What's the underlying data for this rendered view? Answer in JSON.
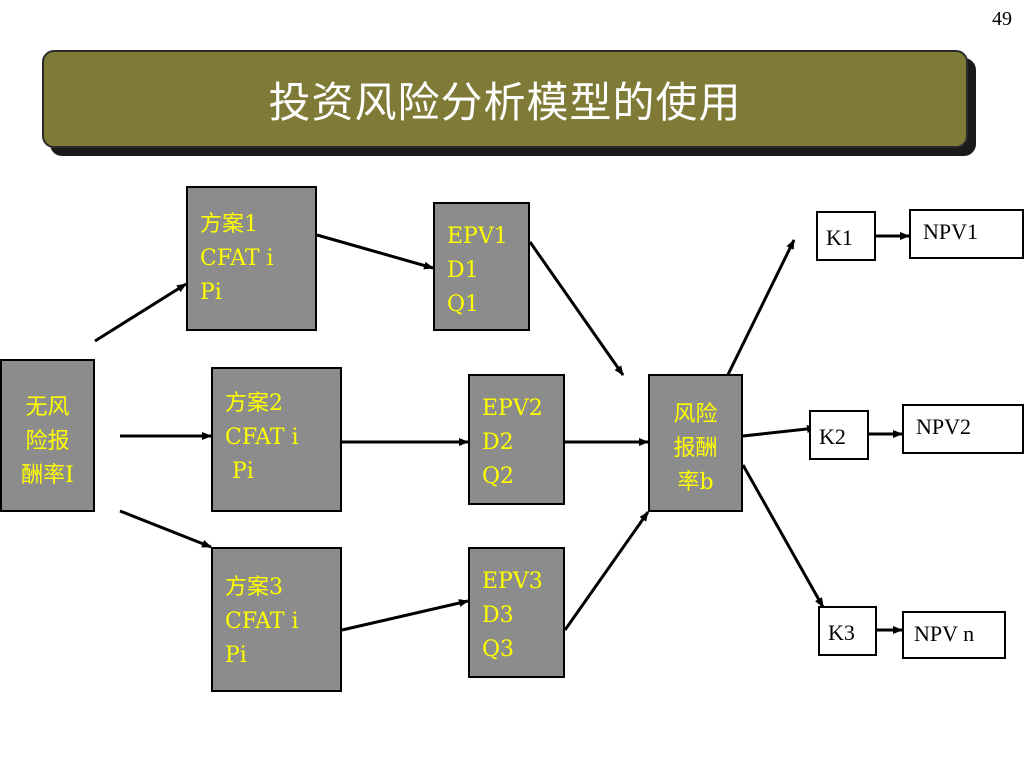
{
  "page_number": "49",
  "title": "投资风险分析模型的使用",
  "nodes": {
    "risk_free": [
      "无风",
      "险报",
      "酬率I"
    ],
    "plan1": [
      "方案1",
      "CFAT i",
      "Pi"
    ],
    "plan2": [
      "方案2",
      "CFAT i",
      " Pi"
    ],
    "plan3": [
      "方案3",
      "CFAT i",
      "Pi"
    ],
    "epv1": [
      "EPV1",
      "D1",
      "Q1"
    ],
    "epv2": [
      "EPV2",
      "D2",
      "Q2"
    ],
    "epv3": [
      "EPV3",
      "D3",
      "Q3"
    ],
    "risk_premium": [
      "风险",
      "报酬",
      "率b"
    ],
    "k1": "K1",
    "k2": "K2",
    "k3": "K3",
    "npv1": "NPV1",
    "npv2": "NPV2",
    "npvn": "NPV n"
  },
  "colors": {
    "title_bar": "#7f7a35",
    "node_fill": "#8c8c8c",
    "node_text": "#ffff00"
  }
}
